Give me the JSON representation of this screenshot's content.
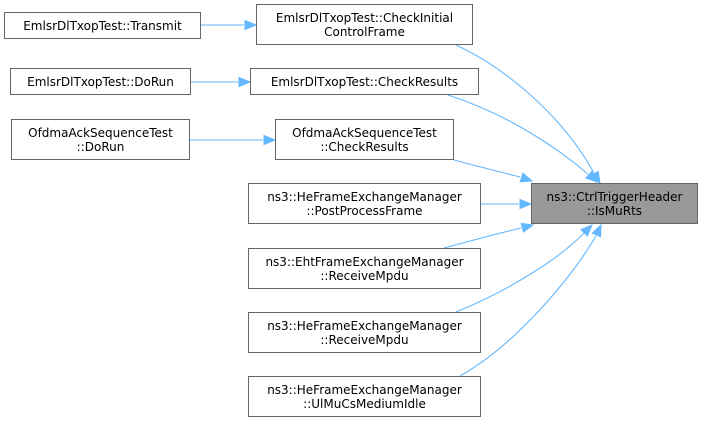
{
  "target": {
    "lines": [
      "ns3::CtrlTriggerHeader",
      "::IsMuRts"
    ]
  },
  "nodes": [
    {
      "key": "transmit",
      "lines": [
        "EmlsrDlTxopTest::Transmit"
      ]
    },
    {
      "key": "check_initial",
      "lines": [
        "EmlsrDlTxopTest::CheckInitial",
        "ControlFrame"
      ]
    },
    {
      "key": "dorun_emlsr",
      "lines": [
        "EmlsrDlTxopTest::DoRun"
      ]
    },
    {
      "key": "check_results_emlsr",
      "lines": [
        "EmlsrDlTxopTest::CheckResults"
      ]
    },
    {
      "key": "dorun_ofdma",
      "lines": [
        "OfdmaAckSequenceTest",
        "::DoRun"
      ]
    },
    {
      "key": "check_results_ofdma",
      "lines": [
        "OfdmaAckSequenceTest",
        "::CheckResults"
      ]
    },
    {
      "key": "he_postprocess",
      "lines": [
        "ns3::HeFrameExchangeManager",
        "::PostProcessFrame"
      ]
    },
    {
      "key": "eht_receive",
      "lines": [
        "ns3::EhtFrameExchangeManager",
        "::ReceiveMpdu"
      ]
    },
    {
      "key": "he_receive",
      "lines": [
        "ns3::HeFrameExchangeManager",
        "::ReceiveMpdu"
      ]
    },
    {
      "key": "he_ulmucs",
      "lines": [
        "ns3::HeFrameExchangeManager",
        "::UlMuCsMediumIdle"
      ]
    }
  ],
  "edges": [
    {
      "from": "transmit",
      "to": "check_initial"
    },
    {
      "from": "dorun_emlsr",
      "to": "check_results_emlsr"
    },
    {
      "from": "dorun_ofdma",
      "to": "check_results_ofdma"
    },
    {
      "from": "check_initial",
      "to": "target"
    },
    {
      "from": "check_results_emlsr",
      "to": "target"
    },
    {
      "from": "check_results_ofdma",
      "to": "target"
    },
    {
      "from": "he_postprocess",
      "to": "target"
    },
    {
      "from": "eht_receive",
      "to": "target"
    },
    {
      "from": "he_receive",
      "to": "target"
    },
    {
      "from": "he_ulmucs",
      "to": "target"
    }
  ],
  "colors": {
    "edge": "#63b8ff",
    "target_fill": "#999999",
    "node_border": "#666666"
  }
}
